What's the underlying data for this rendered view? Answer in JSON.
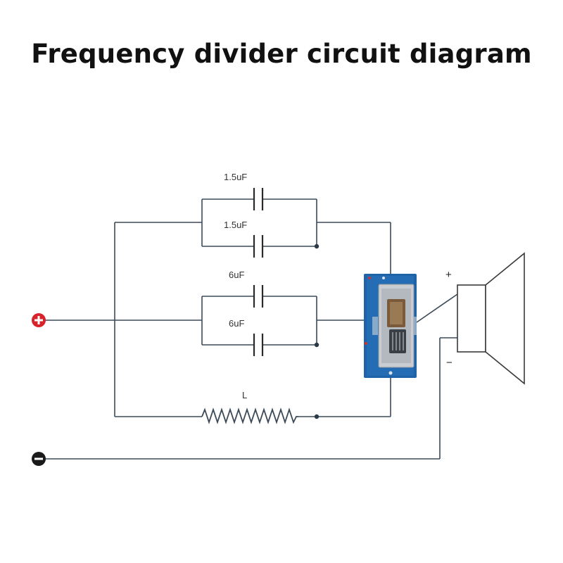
{
  "title": "Frequency divider circuit diagram",
  "labels": {
    "cap1": "1.5uF",
    "cap2": "1.5uF",
    "cap3": "6uF",
    "cap4": "6uF",
    "inductor": "L",
    "speaker_plus": "+",
    "speaker_minus": "−"
  },
  "colors": {
    "positive_terminal": "#d8232a",
    "negative_terminal": "#1a1a1a",
    "switch_board": "#1e62a8",
    "wire": "#3c4a58"
  },
  "icons": {
    "positive_terminal": "plus-circle-icon",
    "negative_terminal": "minus-circle-icon",
    "speaker": "speaker-icon"
  }
}
